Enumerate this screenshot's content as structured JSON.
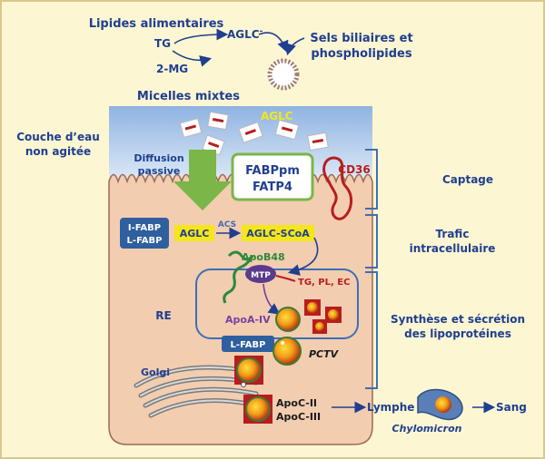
{
  "top": {
    "lipides": "Lipides alimentaires",
    "tg": "TG",
    "aglc_minus": "AGLC",
    "aglc_sup": "-",
    "mg": "2-MG",
    "sels_line1": "Sels biliaires et",
    "sels_line2": "phospholipides",
    "micelles": "Micelles mixtes"
  },
  "left": {
    "couche_line1": "Couche d’eau",
    "couche_line2": "non agitée"
  },
  "cell": {
    "aglc_water": "AGLC",
    "diffusion_line1": "Diffusion",
    "diffusion_line2": "passive",
    "fabppm": "FABPpm",
    "fatp4": "FATP4",
    "cd36": "CD36",
    "ifabp": "I-FABP",
    "lfabp": "L-FABP",
    "aglc": "AGLC",
    "acs": "ACS",
    "aglc_scoa": "AGLC-SCoA",
    "apob48": "ApoB48",
    "mtp": "MTP",
    "tg_pl_ec": "TG, PL, EC",
    "re": "RE",
    "apoa4": "ApoA-IV",
    "lfabp2": "L-FABP",
    "pctv": "PCTV",
    "golgi": "Golgi",
    "apoc2": "ApoC-II",
    "apoc3": "ApoC-III"
  },
  "right": {
    "captage": "Captage",
    "trafic_line1": "Trafic",
    "trafic_line2": "intracellulaire",
    "synthese_line1": "Synthèse et sécrétion",
    "synthese_line2": "des lipoprotéines"
  },
  "bottom": {
    "lymphe": "Lymphe",
    "sang": "Sang",
    "chylomicron": "Chylomicron"
  },
  "colors": {
    "text_blue": "#1f3f8f",
    "text_red": "#b81d1d",
    "arrow_green": "#7ab648",
    "label_yellow": "#f4e61a",
    "fabp_box": "#2f5f9e",
    "cell_fill": "#f2cdb0",
    "water_blue": "#aec6e6"
  }
}
